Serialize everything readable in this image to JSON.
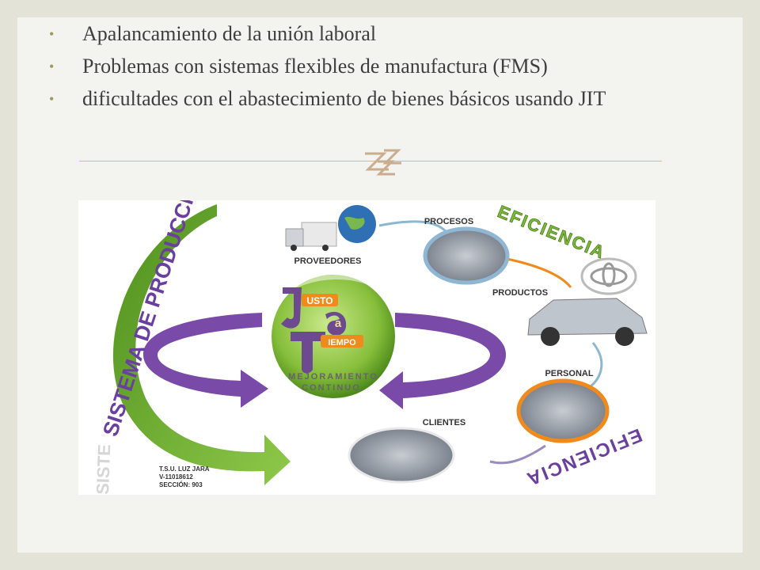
{
  "bullets": [
    {
      "text": "Apalancamiento de la unión laboral"
    },
    {
      "text": "Problemas con sistemas flexibles de manufactura (FMS)"
    },
    {
      "text": "dificultades con el abastecimiento de bienes básicos usando JIT"
    }
  ],
  "diagram": {
    "left_label": "SISTEMA DE PRODUCCIÓN",
    "left_label_echo": "SISTE",
    "efficiency_top": "EFICIENCIA",
    "efficiency_bottom": "EFICIENCIA",
    "center_words": {
      "j_rest": "USTO",
      "a": "a",
      "t_rest": "IEMPO"
    },
    "center_caption_1": "MEJORAMIENTO",
    "center_caption_2": "CONTINUO.",
    "nodes": {
      "proveedores": "PROVEEDORES",
      "procesos": "PROCESOS",
      "productos": "PRODUCTOS",
      "personal": "PERSONAL",
      "clientes": "CLIENTES"
    },
    "credit": {
      "line1": "T.S.U. LUZ JARA",
      "line2": "V-11018612",
      "line3": "SECCIÓN: 903"
    }
  },
  "colors": {
    "green_arrow": "#6fae2c",
    "purple_arrow": "#7a4aa8",
    "ring_orange": "#f08a1c",
    "text": "#3e3e3e"
  }
}
